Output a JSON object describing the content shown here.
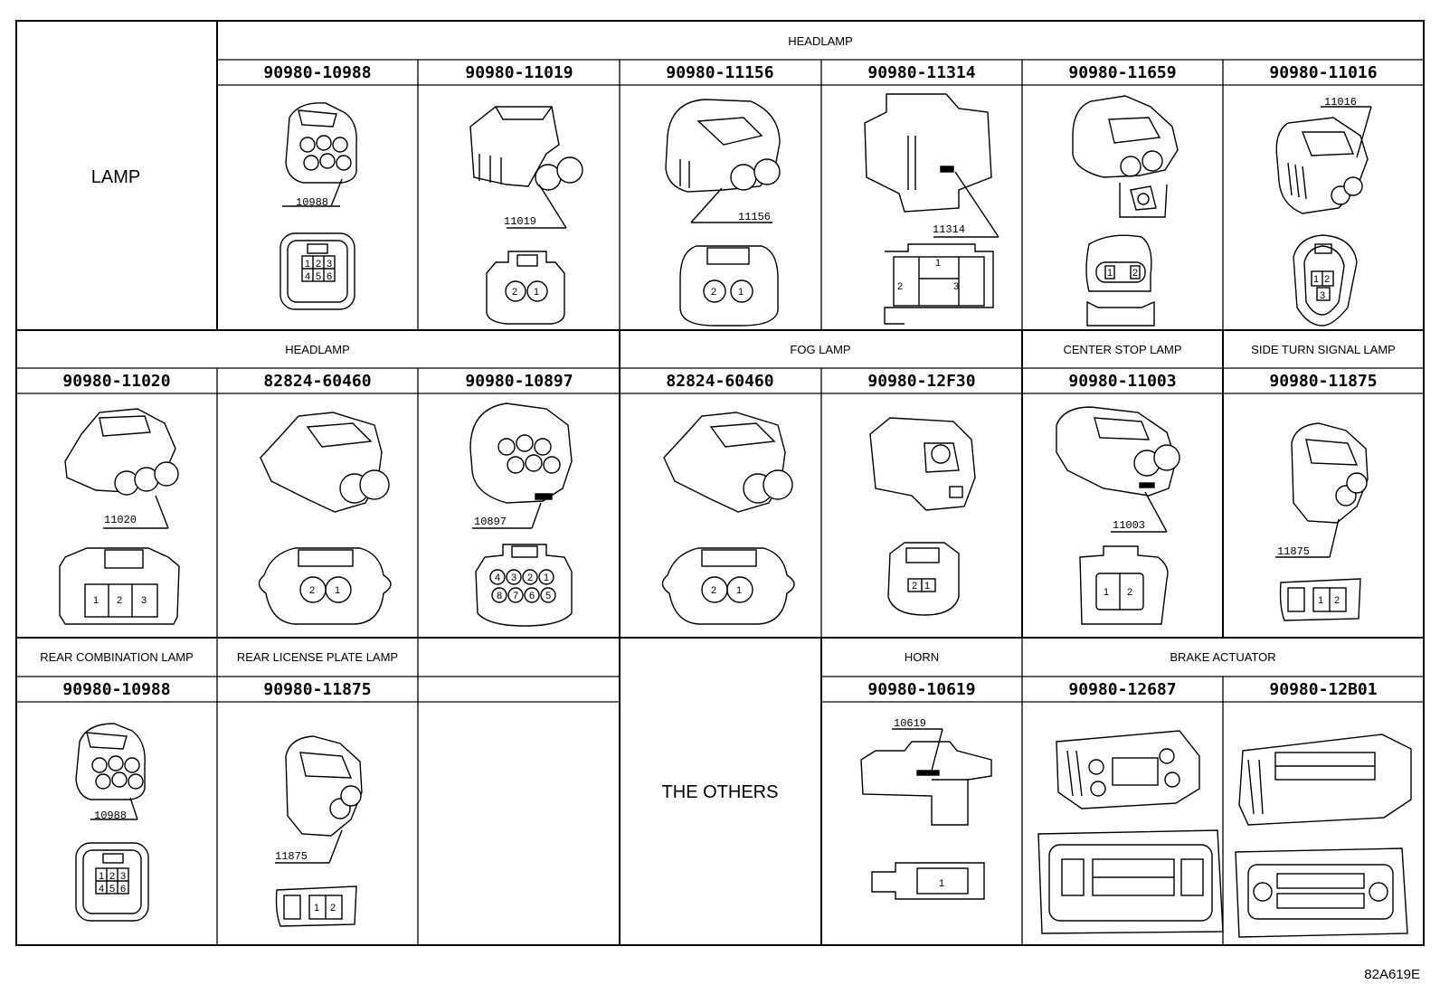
{
  "side_header": "LAMP",
  "others_label": "THE OTHERS",
  "figure_code": "82A619E",
  "section_labels": {
    "headlamp_top": "HEADLAMP",
    "headlamp_mid": "HEADLAMP",
    "fog_lamp": "FOG LAMP",
    "center_stop_lamp": "CENTER STOP LAMP",
    "side_turn_signal_lamp": "SIDE TURN SIGNAL LAMP",
    "rear_combination_lamp": "REAR COMBINATION LAMP",
    "rear_license_plate_lamp": "REAR LICENSE PLATE LAMP",
    "horn": "HORN",
    "brake_actuator": "BRAKE ACTUATOR"
  },
  "row1": [
    {
      "part": "90980-10988",
      "tag": "10988",
      "pins": [
        "1",
        "2",
        "3",
        "4",
        "5",
        "6"
      ]
    },
    {
      "part": "90980-11019",
      "tag": "11019",
      "pins": [
        "2",
        "1"
      ]
    },
    {
      "part": "90980-11156",
      "tag": "11156",
      "pins": [
        "2",
        "1"
      ]
    },
    {
      "part": "90980-11314",
      "tag": "11314",
      "pins": [
        "1",
        "2",
        "3"
      ]
    },
    {
      "part": "90980-11659",
      "tag": "",
      "pins": [
        "1",
        "2"
      ]
    },
    {
      "part": "90980-11016",
      "tag": "11016",
      "pins": [
        "1",
        "2",
        "3"
      ]
    }
  ],
  "row2": [
    {
      "part": "90980-11020",
      "tag": "11020",
      "pins": [
        "1",
        "2",
        "3"
      ]
    },
    {
      "part": "82824-60460",
      "tag": "",
      "pins": [
        "2",
        "1"
      ]
    },
    {
      "part": "90980-10897",
      "tag": "10897",
      "pins": [
        "4",
        "3",
        "2",
        "1",
        "8",
        "7",
        "6",
        "5"
      ]
    },
    {
      "part": "82824-60460",
      "tag": "",
      "pins": [
        "2",
        "1"
      ]
    },
    {
      "part": "90980-12F30",
      "tag": "",
      "pins": [
        "2",
        "1"
      ]
    },
    {
      "part": "90980-11003",
      "tag": "11003",
      "pins": [
        "1",
        "2"
      ]
    },
    {
      "part": "90980-11875",
      "tag": "11875",
      "pins": [
        "1",
        "2"
      ]
    }
  ],
  "row3": [
    {
      "part": "90980-10988",
      "tag": "10988",
      "pins": [
        "1",
        "2",
        "3",
        "4",
        "5",
        "6"
      ]
    },
    {
      "part": "90980-11875",
      "tag": "11875",
      "pins": [
        "1",
        "2"
      ]
    },
    {
      "part": "",
      "tag": "",
      "pins": []
    },
    {
      "part": "90980-10619",
      "tag": "10619",
      "pins": [
        "1"
      ]
    },
    {
      "part": "90980-12687",
      "tag": "",
      "pins": []
    },
    {
      "part": "90980-12B01",
      "tag": "",
      "pins": []
    }
  ]
}
